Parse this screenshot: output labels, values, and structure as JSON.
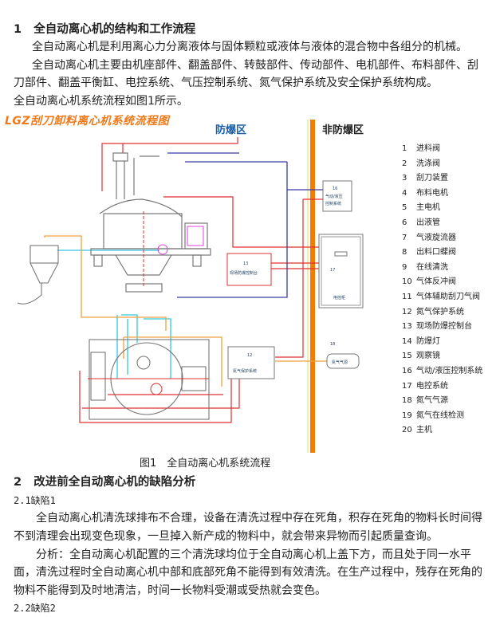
{
  "section1": {
    "heading_num": "1",
    "heading": "全自动离心机的结构和工作流程",
    "p1": "全自动离心机是利用离心力分离液体与固体颗粒或液体与液体的混合物中各组分的机械。",
    "p2_line1": "全自动离心机主要由机座部件、翻盖部件、转鼓部件、传动部件、电机部件、布料部件、刮",
    "p2_line2": "刀部件、翻盖平衡缸、电控系统、气压控制系统、氮气保护系统及安全保护系统构成。",
    "p3": "全自动离心机系统流程如图1所示。"
  },
  "diagram": {
    "title": "LGZ刮刀卸料离心机系统流程图",
    "zone_explosion_proof": "防爆区",
    "zone_non_explosion_proof": "非防爆区",
    "boxes": {
      "pneumatic": {
        "num": "16",
        "label_line1": "气动/液压",
        "label_line2": "控制系统"
      },
      "control_cabinet": {
        "num": "17",
        "label": "电控柜"
      },
      "console": {
        "num": "13",
        "label": "现场防爆控制台"
      },
      "nitrogen_protection": {
        "num": "12",
        "label": "氮气保护系统"
      },
      "nitrogen_source": {
        "num": "18",
        "label": "氮气气源"
      }
    },
    "legend": [
      {
        "num": "1",
        "label": "进料阀"
      },
      {
        "num": "2",
        "label": "洗涤阀"
      },
      {
        "num": "3",
        "label": "刮刀装置"
      },
      {
        "num": "4",
        "label": "布料电机"
      },
      {
        "num": "5",
        "label": "主电机"
      },
      {
        "num": "6",
        "label": "出液管"
      },
      {
        "num": "7",
        "label": "气液旋流器"
      },
      {
        "num": "8",
        "label": "出料口蝶阀"
      },
      {
        "num": "9",
        "label": "在线清洗"
      },
      {
        "num": "10",
        "label": "气体反冲阀"
      },
      {
        "num": "11",
        "label": "气体辅助刮刀气阀"
      },
      {
        "num": "12",
        "label": "氮气保护系统"
      },
      {
        "num": "13",
        "label": "现场防爆控制台"
      },
      {
        "num": "14",
        "label": "防爆灯"
      },
      {
        "num": "15",
        "label": "观察镜"
      },
      {
        "num": "16",
        "label": "气动/液压控制系统"
      },
      {
        "num": "17",
        "label": "电控系统"
      },
      {
        "num": "18",
        "label": "氮气气源"
      },
      {
        "num": "19",
        "label": "氮气在线检测"
      },
      {
        "num": "20",
        "label": "主机"
      }
    ],
    "colors": {
      "zone_bar": "#f57c00",
      "pipe_red": "#e03030",
      "pipe_blue": "#3a3aa0",
      "pipe_cyan": "#30c8e0",
      "pipe_orange": "#f0a040",
      "title": "#f07a1a",
      "zone_label": "#1a5fa8"
    }
  },
  "caption": "图1　全自动离心机系统流程",
  "section2": {
    "heading_num": "2",
    "heading": "改进前全自动离心机的缺陷分析",
    "sub1": "2.1缺陷1",
    "p1_line1": "全自动离心机清洗球排布不合理，设备在清洗过程中存在死角，积存在死角的物料长时间得",
    "p1_line2": "不到清理会出现变色现象，一旦掉入新产成的物料中，就会带来异物而引起质量查询。",
    "p2_line1": "分析：全自动离心机配置的三个清洗球均位于全自动离心机上盖下方，而且处于同一水平",
    "p2_line2": "面，清洗过程时全自动离心机中部和底部死角不能得到有效清洗。在生产过程中，残存在死角的",
    "p2_line3": "物料不能得到及时地清洁，时间一长物料受潮或受热就会变色。",
    "sub2": "2.2缺陷2"
  }
}
